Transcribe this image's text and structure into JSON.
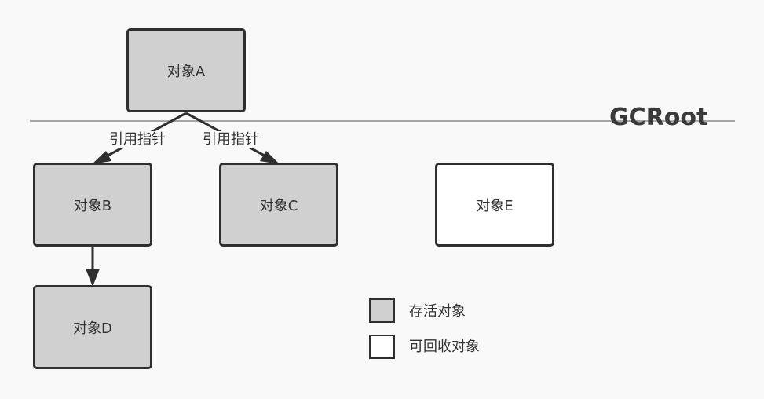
{
  "nodes": {
    "a": {
      "label": "对象A",
      "status": "live"
    },
    "b": {
      "label": "对象B",
      "status": "live"
    },
    "c": {
      "label": "对象C",
      "status": "live"
    },
    "d": {
      "label": "对象D",
      "status": "live"
    },
    "e": {
      "label": "对象E",
      "status": "collectable"
    }
  },
  "edges": [
    {
      "from": "对象A",
      "to": "对象B",
      "label": "引用指针"
    },
    {
      "from": "对象A",
      "to": "对象C",
      "label": "引用指针"
    },
    {
      "from": "对象B",
      "to": "对象D",
      "label": ""
    }
  ],
  "gcroot_label": "GCRoot",
  "legend": {
    "live_label": "存活对象",
    "collectable_label": "可回收对象"
  },
  "colors": {
    "live_fill": "#d0d0d0",
    "collectable_fill": "#ffffff",
    "stroke": "#2f2f2f",
    "background": "#f9f9f9"
  }
}
